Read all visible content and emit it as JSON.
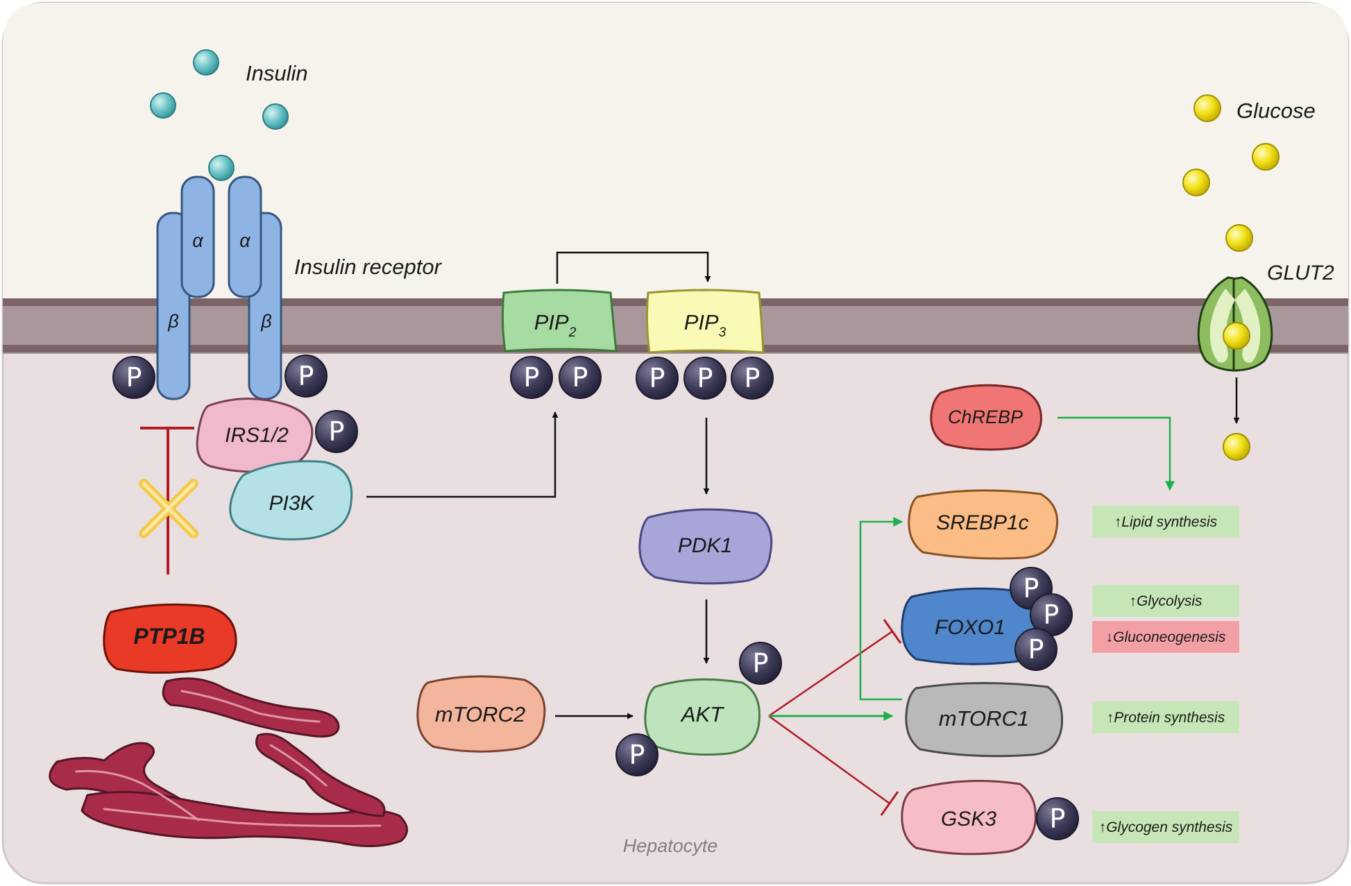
{
  "labels": {
    "insulin": "Insulin",
    "insulin_receptor": "Insulin receptor",
    "alpha": "α",
    "beta": "β",
    "glucose": "Glucose",
    "glut2": "GLUT2",
    "hepatocyte": "Hepatocyte",
    "phospho": "P"
  },
  "proteins": {
    "irs": "IRS1/2",
    "pi3k": "PI3K",
    "ptp1b": "PTP1B",
    "pip2": "PIP",
    "pip2_sub": "2",
    "pip3": "PIP",
    "pip3_sub": "3",
    "pdk1": "PDK1",
    "akt": "AKT",
    "mtorc2": "mTORC2",
    "chrebp": "ChREBP",
    "srebp1c": "SREBP1c",
    "foxo1": "FOXO1",
    "mtorc1": "mTORC1",
    "gsk3": "GSK3"
  },
  "effects": {
    "lipid": "↑Lipid synthesis",
    "glycolysis": "↑Glycolysis",
    "gluconeogenesis": "↓Gluconeogenesis",
    "protein": "↑Protein synthesis",
    "glycogen": "↑Glycogen synthesis"
  },
  "colors": {
    "extracellular": "#f6f3ec",
    "membrane": "#a9989b",
    "cytoplasm": "#e9dfe1",
    "receptor": "#8db4e3",
    "phospho": "#3d3b55",
    "activation": "#1fae4b",
    "inhibition": "#b01c22",
    "effect_up": "#c6e6b8",
    "effect_down": "#f2a0a6"
  }
}
